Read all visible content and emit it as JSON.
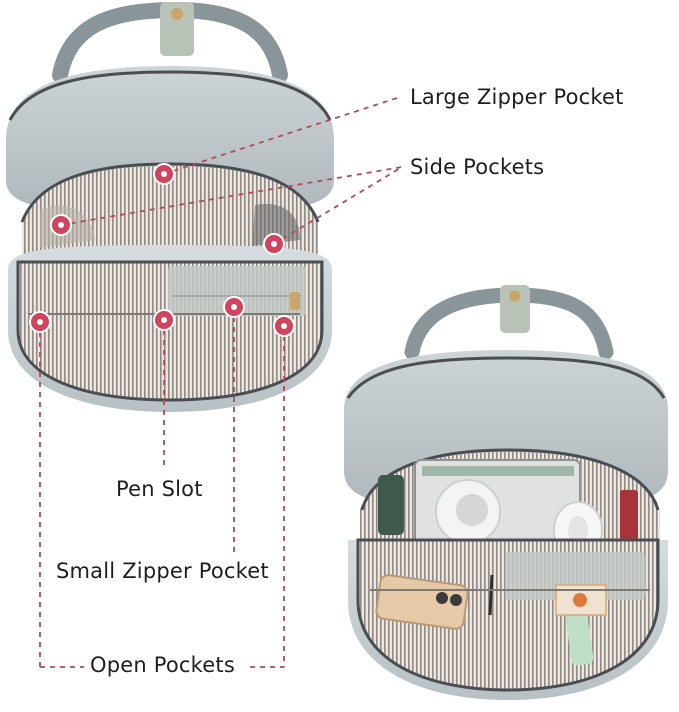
{
  "labels": {
    "large_zipper_pocket": "Large Zipper Pocket",
    "side_pockets": "Side Pockets",
    "pen_slot": "Pen Slot",
    "small_zipper_pocket": "Small Zipper Pocket",
    "open_pockets": "Open Pockets"
  },
  "colors": {
    "bag_body": "#c9d0d3",
    "bag_shadow": "#a9b2b6",
    "handle": "#8a9599",
    "lining_light": "#ece6df",
    "lining_stripe": "#8f8a86",
    "zipper": "#4a4e52",
    "callout_dot": "#d0445e",
    "callout_line": "#b44a5a"
  },
  "icons": [
    "callout-dot-icon"
  ]
}
